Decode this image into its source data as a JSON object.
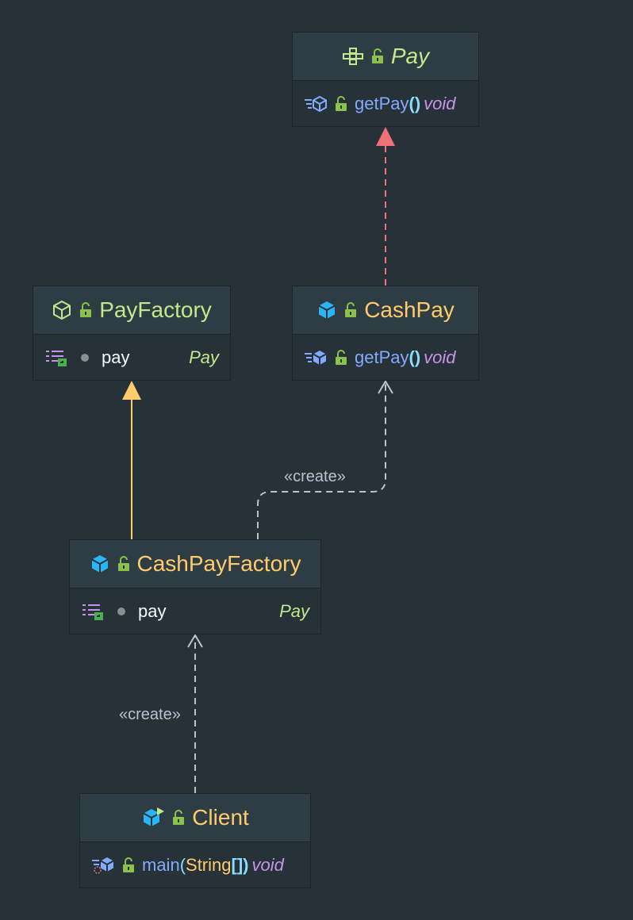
{
  "nodes": {
    "pay": {
      "title": "Pay",
      "method": {
        "name": "getPay",
        "parens": "()",
        "return_type": "void"
      }
    },
    "pay_factory": {
      "title": "PayFactory",
      "field": {
        "name": "pay",
        "type": "Pay"
      }
    },
    "cash_pay": {
      "title": "CashPay",
      "method": {
        "name": "getPay",
        "parens": "()",
        "return_type": "void"
      }
    },
    "cash_pay_factory": {
      "title": "CashPayFactory",
      "field": {
        "name": "pay",
        "type": "Pay"
      }
    },
    "client": {
      "title": "Client",
      "method": {
        "name": "main",
        "open": "(",
        "param_type": "String",
        "brackets": "[]",
        "close": ")",
        "return_type": "void"
      }
    }
  },
  "edges": [
    {
      "from": "cash_pay",
      "to": "pay",
      "kind": "realization"
    },
    {
      "from": "cash_pay_factory",
      "to": "pay_factory",
      "kind": "generalization"
    },
    {
      "from": "cash_pay_factory",
      "to": "cash_pay",
      "kind": "dependency",
      "label": "«create»"
    },
    {
      "from": "client",
      "to": "cash_pay_factory",
      "kind": "dependency",
      "label": "«create»"
    }
  ],
  "colors": {
    "background": "#263238",
    "realization": "#f07178",
    "generalization": "#ffcb6b",
    "dependency": "#b8c4ce",
    "interface_title": "#c3e88d",
    "class_title": "#ffcb6b",
    "method_name": "#82aaff",
    "return_type": "#c792ea"
  },
  "icons": {
    "interface": "interface-icon",
    "abstract_class": "abstract-class-icon",
    "class": "class-icon",
    "main_class": "main-class-icon",
    "public": "unlocked-icon",
    "method": "method-icon",
    "field": "field-icon"
  }
}
